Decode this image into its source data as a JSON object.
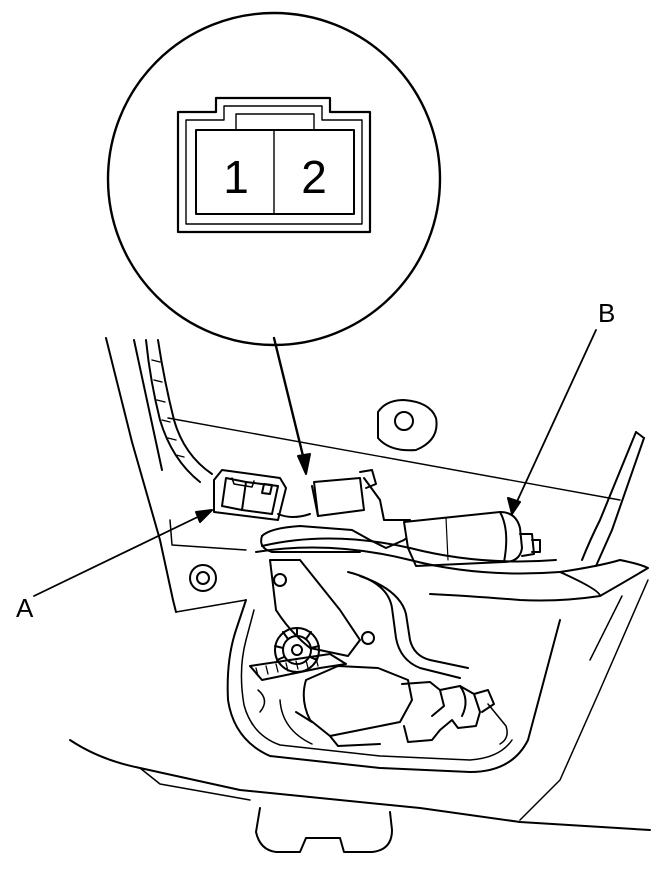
{
  "callouts": {
    "a": "A",
    "b": "B"
  },
  "connector": {
    "pin_1": "1",
    "pin_2": "2"
  },
  "colors": {
    "line": "#000000",
    "background": "#ffffff"
  }
}
